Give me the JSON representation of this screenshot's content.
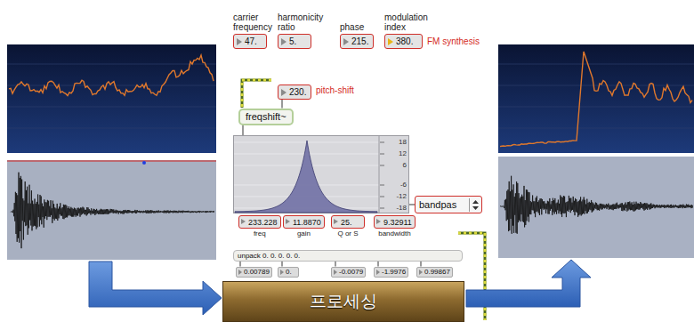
{
  "diagram": {
    "nodes": [
      {
        "text": [
          "carrier frequency",
          "47."
        ]
      },
      {
        "text": [
          "harmonicity ratio",
          "5."
        ]
      },
      {
        "text": [
          "phase",
          "215."
        ]
      },
      {
        "text": [
          "modulation index",
          "380."
        ]
      },
      {
        "text": [
          "230."
        ]
      },
      {
        "text": [
          "freqshift~"
        ]
      },
      {
        "text": [
          "18",
          "12",
          "6",
          "-6",
          "-12",
          "-18"
        ]
      },
      {
        "text": [
          "bandpas"
        ]
      },
      {
        "text": [
          "233.228",
          "freq"
        ]
      },
      {
        "text": [
          "11.8870",
          "gain"
        ]
      },
      {
        "text": [
          "25.",
          "Q or S"
        ]
      },
      {
        "text": [
          "9.32911",
          "bandwidth"
        ]
      },
      {
        "text": [
          "unpack 0. 0. 0. 0. 0."
        ]
      },
      {
        "text": [
          "0.00789"
        ]
      },
      {
        "text": [
          "0."
        ]
      },
      {
        "text": [
          "-0.0079"
        ]
      },
      {
        "text": [
          "-1.9976"
        ]
      },
      {
        "text": [
          "0.99867"
        ]
      },
      {
        "text": [
          "프로세싱"
        ]
      }
    ],
    "edges": [
      {
        "from": 4,
        "to": 5,
        "arrow": "none"
      },
      {
        "from": 5,
        "to": 6,
        "arrow": "none"
      },
      {
        "from": 7,
        "to": 6,
        "arrow": "none"
      },
      {
        "from": 12,
        "to": 13,
        "arrow": "none"
      },
      {
        "from": 12,
        "to": 14,
        "arrow": "none"
      },
      {
        "from": 12,
        "to": 15,
        "arrow": "none"
      },
      {
        "from": 12,
        "to": 16,
        "arrow": "none"
      },
      {
        "from": 12,
        "to": 17,
        "arrow": "none"
      }
    ],
    "labels": [
      "FM synthesis",
      "pitch-shift"
    ]
  }
}
